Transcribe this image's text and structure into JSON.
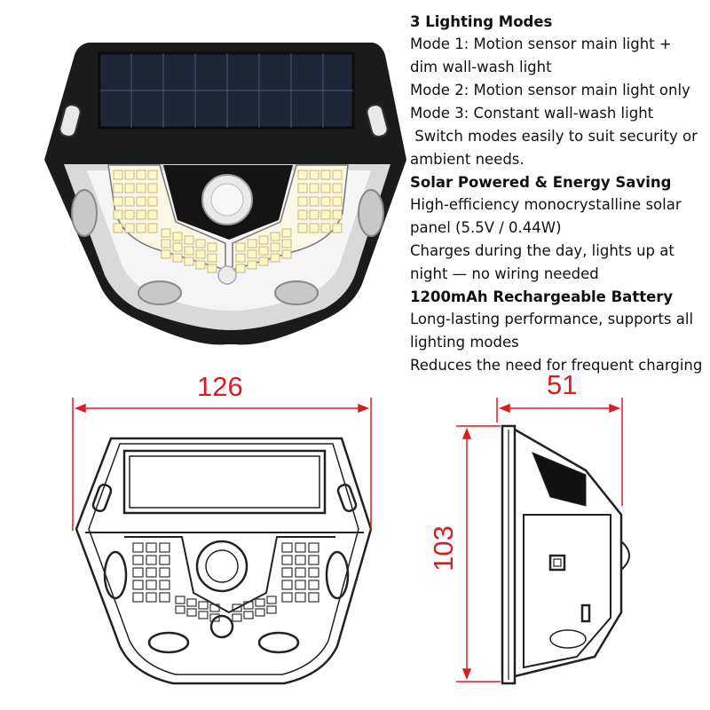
{
  "spec": {
    "sections": [
      {
        "heading": "3 Lighting Modes",
        "lines": [
          "Mode 1: Motion sensor main light +",
          "dim wall-wash light",
          "Mode 2: Motion sensor main light only",
          "Mode 3: Constant wall-wash light",
          " Switch modes easily to suit security or",
          "ambient needs."
        ]
      },
      {
        "heading": "Solar Powered & Energy Saving",
        "lines": [
          "High-efficiency monocrystalline solar",
          "panel (5.5V / 0.44W)",
          "Charges during the day, lights up at",
          "night — no wiring needed"
        ]
      },
      {
        "heading": "1200mAh Rechargeable Battery",
        "lines": [
          "Long-lasting performance, supports all",
          "lighting modes",
          "Reduces the need for frequent charging"
        ]
      }
    ]
  },
  "dimensions": {
    "width": "126",
    "depth": "51",
    "height": "103",
    "color": "#d81e1e"
  },
  "icons": {
    "product": "solar-wall-light-photo",
    "front": "front-view-line-drawing",
    "side": "side-view-line-drawing"
  }
}
